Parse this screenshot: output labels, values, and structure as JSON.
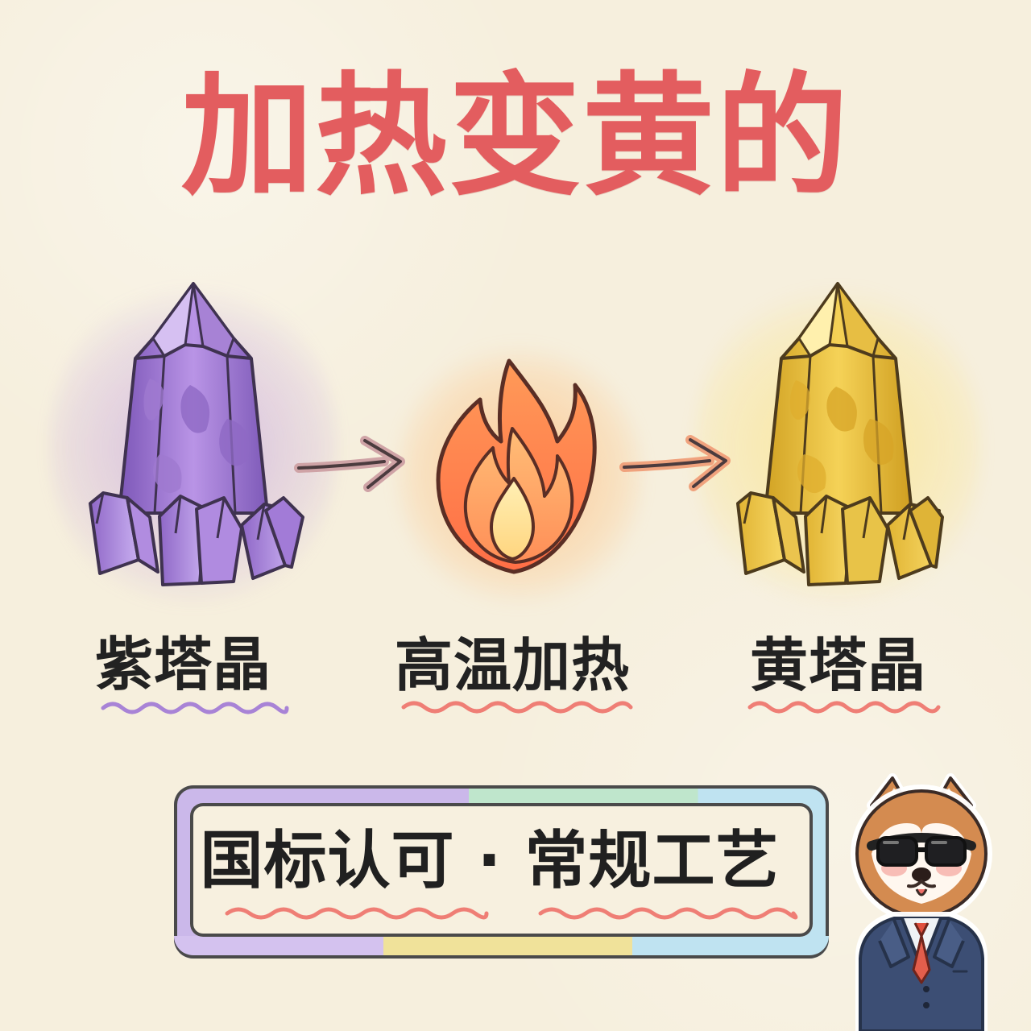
{
  "title": "加热变黄的",
  "process": {
    "steps": [
      {
        "label": "紫塔晶",
        "icon": "purple-crystal-icon",
        "accent": "#9c6dc6"
      },
      {
        "label": "高温加热",
        "icon": "flame-icon",
        "accent": "#ff8b45"
      },
      {
        "label": "黄塔晶",
        "icon": "yellow-crystal-icon",
        "accent": "#e6bb2f"
      }
    ],
    "arrows": [
      {
        "icon": "arrow-right-icon",
        "accent": "#cfa3a6"
      },
      {
        "icon": "arrow-right-icon",
        "accent": "#f0a27d"
      }
    ]
  },
  "banner": {
    "text": "国标认可 · 常规工艺"
  },
  "mascot": {
    "icon": "shiba-inu-mascot-icon"
  },
  "colors": {
    "background": "#f6efdd",
    "title": "#e35d5f",
    "squiggle_purple": "#a883d6",
    "squiggle_coral": "#ef7e75"
  }
}
